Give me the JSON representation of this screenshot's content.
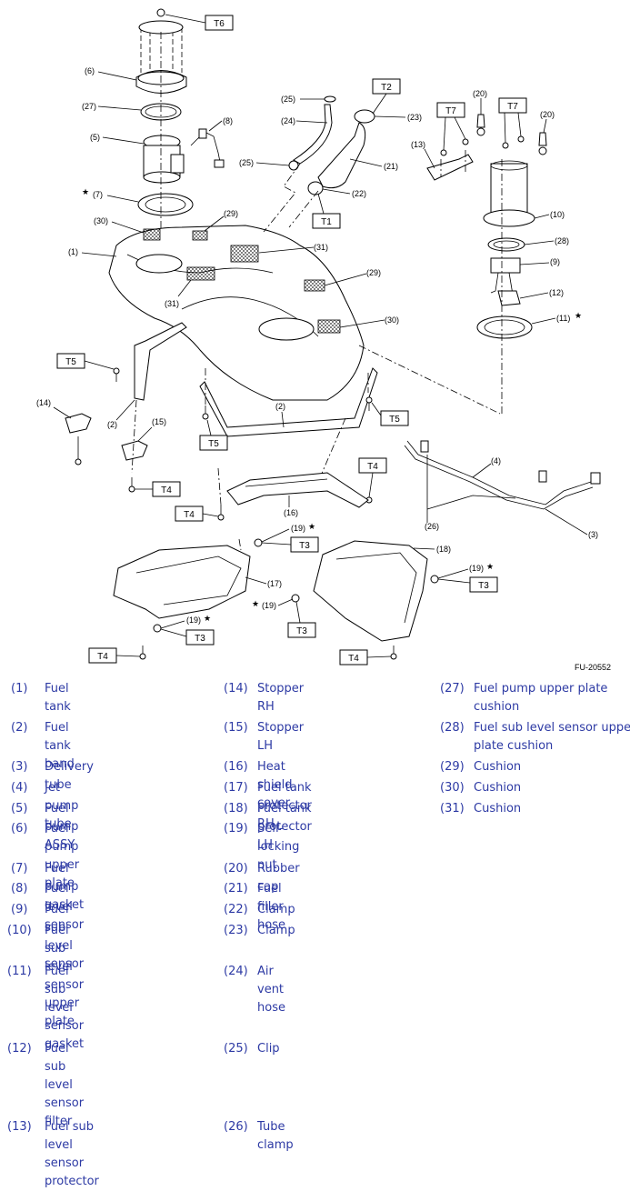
{
  "figure_code": "FU-20552",
  "tags": {
    "t1": "T1",
    "t2": "T2",
    "t3a": "T3",
    "t3b": "T3",
    "t3c": "T3",
    "t3d": "T3",
    "t4a": "T4",
    "t4b": "T4",
    "t4c": "T4",
    "t4d": "T4",
    "t4e": "T4",
    "t5a": "T5",
    "t5b": "T5",
    "t5c": "T5",
    "t6": "T6",
    "t7a": "T7",
    "t7b": "T7"
  },
  "callouts": {
    "c1": "(1)",
    "c2a": "(2)",
    "c2b": "(2)",
    "c3": "(3)",
    "c4": "(4)",
    "c5": "(5)",
    "c6": "(6)",
    "c7": "(7)",
    "c8": "(8)",
    "c9": "(9)",
    "c10": "(10)",
    "c11": "(11)",
    "c12": "(12)",
    "c13": "(13)",
    "c14": "(14)",
    "c15": "(15)",
    "c16": "(16)",
    "c17": "(17)",
    "c18": "(18)",
    "c19a": "(19)",
    "c19b": "(19)",
    "c19c": "(19)",
    "c19d": "(19)",
    "c20a": "(20)",
    "c20b": "(20)",
    "c21": "(21)",
    "c22": "(22)",
    "c23": "(23)",
    "c24": "(24)",
    "c25a": "(25)",
    "c25b": "(25)",
    "c26": "(26)",
    "c27": "(27)",
    "c28": "(28)",
    "c29a": "(29)",
    "c29b": "(29)",
    "c30a": "(30)",
    "c30b": "(30)",
    "c31a": "(31)",
    "c31b": "(31)",
    "star": "★"
  },
  "legend": [
    {
      "num": "(1)",
      "name": "Fuel tank"
    },
    {
      "num": "(2)",
      "name": "Fuel tank band"
    },
    {
      "num": "(3)",
      "name": "Delivery tube"
    },
    {
      "num": "(4)",
      "name": "Jet pump tube"
    },
    {
      "num": "(5)",
      "name": "Fuel pump ASSY"
    },
    {
      "num": "(6)",
      "name": "Fuel pump upper plate"
    },
    {
      "num": "(7)",
      "name": "Fuel pump gasket"
    },
    {
      "num": "(8)",
      "name": "Fuel level sensor"
    },
    {
      "num": "(9)",
      "name": "Fuel sub level sensor"
    },
    {
      "num": "(10)",
      "name": "Fuel sub level sensor upper",
      "name2": "plate"
    },
    {
      "num": "(11)",
      "name": "Fuel sub level sensor gasket"
    },
    {
      "num": "(12)",
      "name": "Fuel sub level sensor filter"
    },
    {
      "num": "(13)",
      "name": "Fuel sub level sensor",
      "name2": "protector"
    },
    {
      "num": "(14)",
      "name": "Stopper RH"
    },
    {
      "num": "(15)",
      "name": "Stopper LH"
    },
    {
      "num": "(16)",
      "name": "Heat shield cover"
    },
    {
      "num": "(17)",
      "name": "Fuel tank protector RH"
    },
    {
      "num": "(18)",
      "name": "Fuel tank protector LH"
    },
    {
      "num": "(19)",
      "name": "Self-locking nut"
    },
    {
      "num": "(20)",
      "name": "Rubber cap"
    },
    {
      "num": "(21)",
      "name": "Fuel filler hose"
    },
    {
      "num": "(22)",
      "name": "Clamp"
    },
    {
      "num": "(23)",
      "name": "Clamp"
    },
    {
      "num": "(24)",
      "name": "Air vent hose"
    },
    {
      "num": "(25)",
      "name": "Clip"
    },
    {
      "num": "(26)",
      "name": "Tube clamp"
    },
    {
      "num": "(27)",
      "name": "Fuel pump upper plate",
      "name2": "cushion"
    },
    {
      "num": "(28)",
      "name": "Fuel sub level sensor upper",
      "name2": "plate cushion"
    },
    {
      "num": "(29)",
      "name": "Cushion"
    },
    {
      "num": "(30)",
      "name": "Cushion"
    },
    {
      "num": "(31)",
      "name": "Cushion"
    }
  ]
}
